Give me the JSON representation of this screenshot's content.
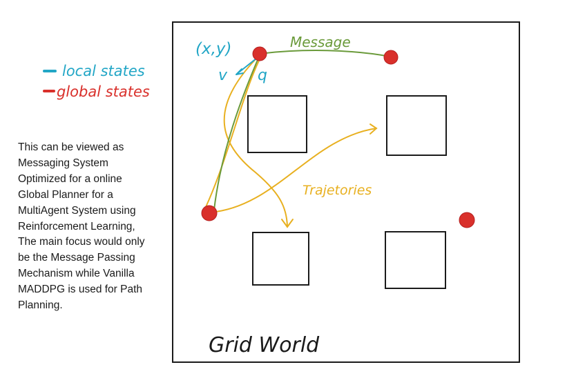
{
  "legend": {
    "local_label": "local states",
    "global_label": "global states",
    "local_color": "#22a6c6",
    "global_color": "#d9302b"
  },
  "description_lines": [
    "This can be viewed as",
    "Messaging System",
    "Optimized for a online",
    "Global Planner for a",
    "MultiAgent System using",
    "Reinforcement Learning,",
    "The main focus would only",
    "be the Message Passing",
    "Mechanism while Vanilla",
    "MADDPG is used for Path",
    "Planning."
  ],
  "diagram": {
    "title": "Grid World",
    "message_label": "Message",
    "trajectories_label": "Trajetories",
    "xy_label": "(x,y)",
    "v_label": "v",
    "q_label": "q",
    "message_color": "#6a9a3a",
    "trajectory_color": "#e8b020",
    "obstacle_count": 4,
    "agent_count": 4
  }
}
